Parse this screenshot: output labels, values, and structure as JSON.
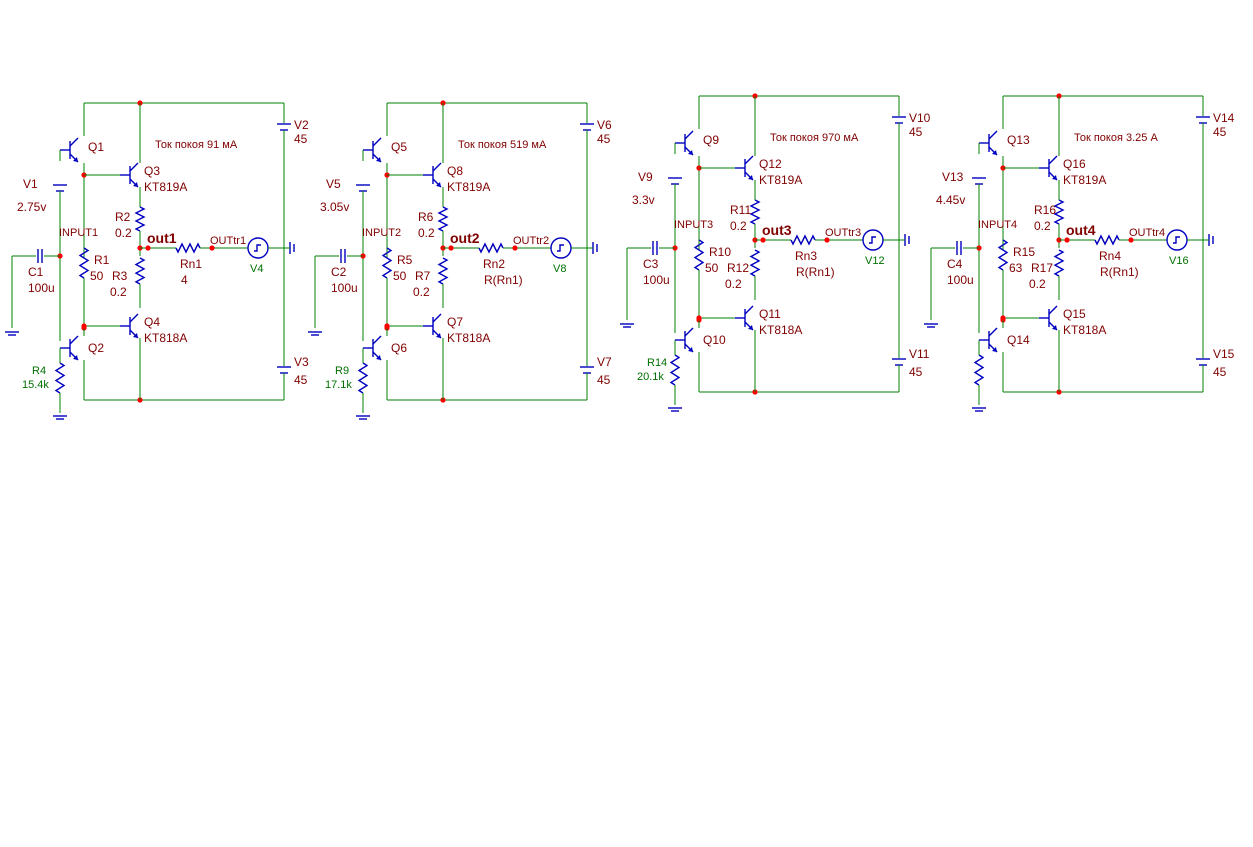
{
  "circuits": [
    {
      "id": 1,
      "quiescent_label": "Ток покоя 91 мA",
      "q_driver_top": "Q1",
      "q_driver_bot": "Q2",
      "q_out_top": "Q3",
      "q_out_top_type": "KT819A",
      "q_out_bot": "Q4",
      "q_out_bot_type": "KT818A",
      "v_bias": "V1",
      "v_bias_val": "2.75v",
      "v_pos": "V2",
      "v_pos_val": "45",
      "v_neg": "V3",
      "v_neg_val": "45",
      "r_bias": "R1",
      "r_bias_val": "50",
      "r_e_top": "R2",
      "r_e_top_val": "0.2",
      "r_e_bot": "R3",
      "r_e_bot_val": "0.2",
      "r_low": "R4",
      "r_low_val": "15.4k",
      "c_in": "C1",
      "c_in_val": "100u",
      "input": "INPUT1",
      "out": "out1",
      "r_load": "Rn1",
      "r_load_val": "4",
      "meter": "OUTtr1",
      "meter_src": "V4"
    },
    {
      "id": 2,
      "quiescent_label": "Ток покоя 519 мA",
      "q_driver_top": "Q5",
      "q_driver_bot": "Q6",
      "q_out_top": "Q8",
      "q_out_top_type": "KT819A",
      "q_out_bot": "Q7",
      "q_out_bot_type": "KT818A",
      "v_bias": "V5",
      "v_bias_val": "3.05v",
      "v_pos": "V6",
      "v_pos_val": "45",
      "v_neg": "V7",
      "v_neg_val": "45",
      "r_bias": "R5",
      "r_bias_val": "50",
      "r_e_top": "R6",
      "r_e_top_val": "0.2",
      "r_e_bot": "R7",
      "r_e_bot_val": "0.2",
      "r_low": "R9",
      "r_low_val": "17.1k",
      "c_in": "C2",
      "c_in_val": "100u",
      "input": "INPUT2",
      "out": "out2",
      "r_load": "Rn2",
      "r_load_val": "R(Rn1)",
      "meter": "OUTtr2",
      "meter_src": "V8"
    },
    {
      "id": 3,
      "quiescent_label": "Ток покоя 970 мA",
      "q_driver_top": "Q9",
      "q_driver_bot": "Q10",
      "q_out_top": "Q12",
      "q_out_top_type": "KT819A",
      "q_out_bot": "Q11",
      "q_out_bot_type": "KT818A",
      "v_bias": "V9",
      "v_bias_val": "3.3v",
      "v_pos": "V10",
      "v_pos_val": "45",
      "v_neg": "V11",
      "v_neg_val": "45",
      "r_bias": "R10",
      "r_bias_val": "50",
      "r_e_top": "R11",
      "r_e_top_val": "0.2",
      "r_e_bot": "R12",
      "r_e_bot_val": "0.2",
      "r_low": "R14",
      "r_low_val": "20.1k",
      "c_in": "C3",
      "c_in_val": "100u",
      "input": "INPUT3",
      "out": "out3",
      "r_load": "Rn3",
      "r_load_val": "R(Rn1)",
      "meter": "OUTtr3",
      "meter_src": "V12"
    },
    {
      "id": 4,
      "quiescent_label": "Ток покоя 3.25 A",
      "q_driver_top": "Q13",
      "q_driver_bot": "Q14",
      "q_out_top": "Q16",
      "q_out_top_type": "KT819A",
      "q_out_bot": "Q15",
      "q_out_bot_type": "KT818A",
      "v_bias": "V13",
      "v_bias_val": "4.45v",
      "v_pos": "V14",
      "v_pos_val": "45",
      "v_neg": "V15",
      "v_neg_val": "45",
      "r_bias": "R15",
      "r_bias_val": "63",
      "r_e_top": "R16",
      "r_e_top_val": "0.2",
      "r_e_bot": "R17",
      "r_e_bot_val": "0.2",
      "r_low": "",
      "r_low_val": "",
      "c_in": "C4",
      "c_in_val": "100u",
      "input": "INPUT4",
      "out": "out4",
      "r_load": "Rn4",
      "r_load_val": "R(Rn1)",
      "meter": "OUTtr4",
      "meter_src": "V16"
    }
  ],
  "colors": {
    "wire": "#008000",
    "part": "#0000c0",
    "label": "#800000",
    "node": "#ff0000",
    "value_green": "#007000"
  }
}
